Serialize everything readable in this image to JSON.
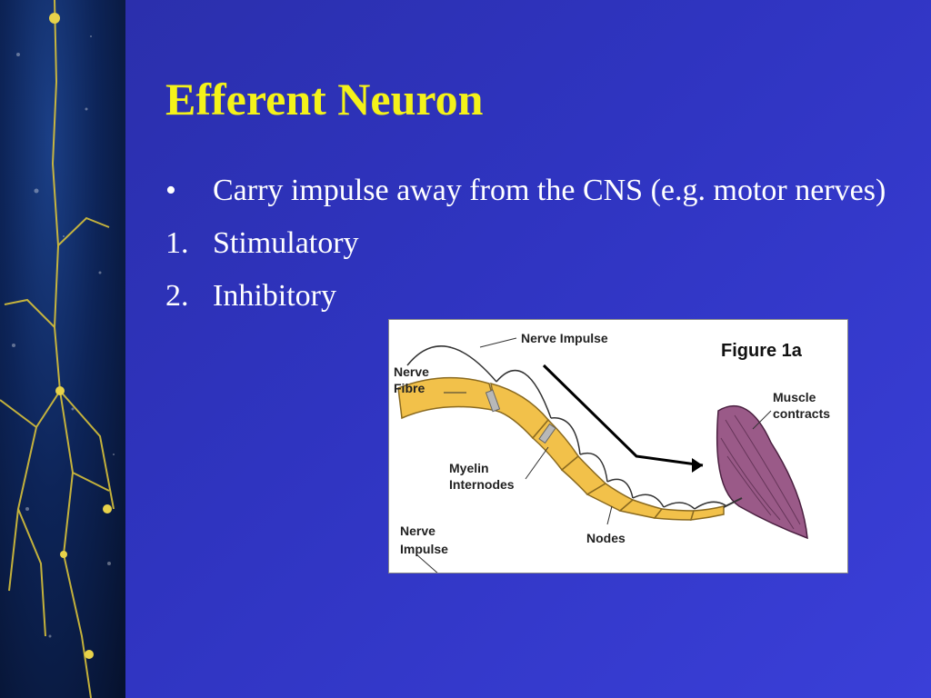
{
  "slide": {
    "title": "Efferent Neuron",
    "bullets": [
      {
        "marker": "•",
        "text": "Carry impulse away from the CNS (e.g. motor nerves)"
      },
      {
        "marker": "1.",
        "text": "Stimulatory"
      },
      {
        "marker": "2.",
        "text": "Inhibitory"
      }
    ]
  },
  "figure": {
    "caption": "Figure 1a",
    "labels": {
      "nerve_impulse_top": "Nerve Impulse",
      "nerve_fibre_1": "Nerve",
      "nerve_fibre_2": "Fibre",
      "muscle_1": "Muscle",
      "muscle_2": "contracts",
      "myelin_1": "Myelin",
      "myelin_2": "Internodes",
      "nodes": "Nodes",
      "nerve_impulse_bottom_1": "Nerve",
      "nerve_impulse_bottom_2": "Impulse"
    }
  },
  "colors": {
    "background": "#2f34c0",
    "title": "#f4f21a",
    "text": "#ffffff",
    "myelin": "#f2c14a",
    "muscle": "#8a4a78"
  }
}
